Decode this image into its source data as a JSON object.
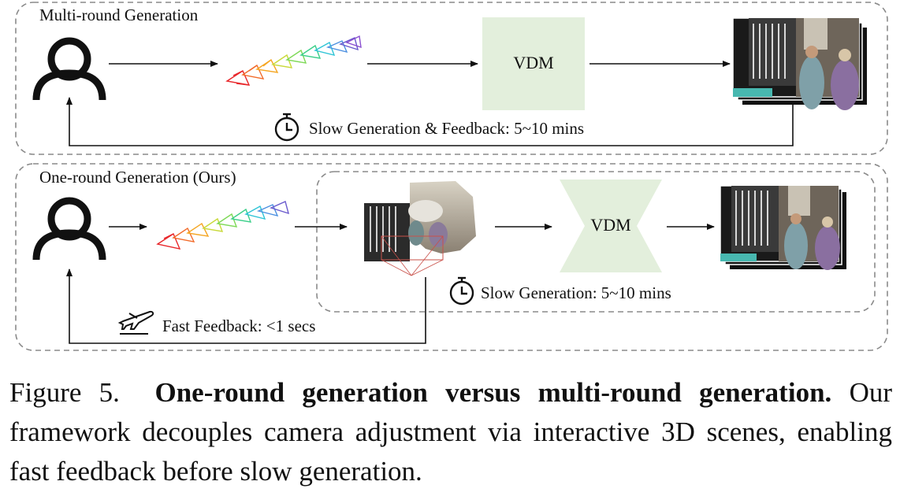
{
  "top_panel": {
    "title": "Multi-round Generation",
    "model_label": "VDM",
    "feedback_text": "Slow Generation & Feedback: 5~10 mins",
    "feedback_icon": "stopwatch-icon"
  },
  "bottom_panel": {
    "title": "One-round Generation (Ours)",
    "model_label": "VDM",
    "generation_text": "Slow Generation: 5~10 mins",
    "generation_icon": "stopwatch-icon",
    "feedback_text": "Fast Feedback: <1 secs",
    "feedback_icon": "airplane-icon"
  },
  "caption": {
    "figure_label": "Figure 5.",
    "bold_text": "One-round generation versus multi-round generation.",
    "body_text": "Our framework decouples camera adjustment via interactive 3D scenes, enabling fast feedback before slow generation."
  },
  "colors": {
    "vdm_fill": "#e3efdc",
    "dashed_border": "#8a8a8a",
    "camera_gradient": [
      "#e8262a",
      "#f5a623",
      "#7ed957",
      "#2ec4d6",
      "#6a5acd"
    ]
  }
}
